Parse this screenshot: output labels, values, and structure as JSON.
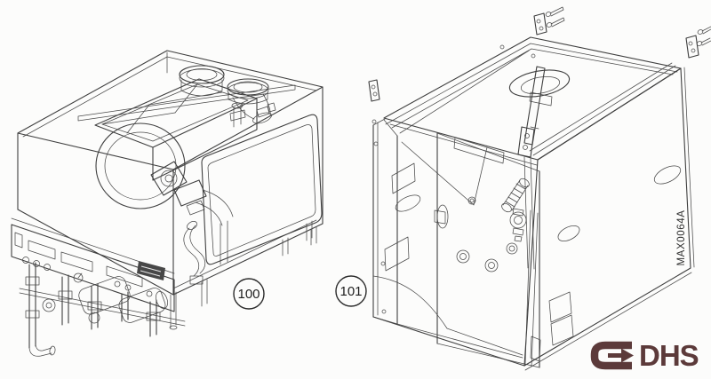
{
  "diagram": {
    "background": "#fcfcfb",
    "line_color": "#3f3f3f",
    "callouts": [
      {
        "label": "100"
      },
      {
        "label": "101"
      }
    ],
    "drawing_code": "MAX0064A"
  },
  "logo": {
    "text": "DHS",
    "color": "#5c3a3a"
  }
}
